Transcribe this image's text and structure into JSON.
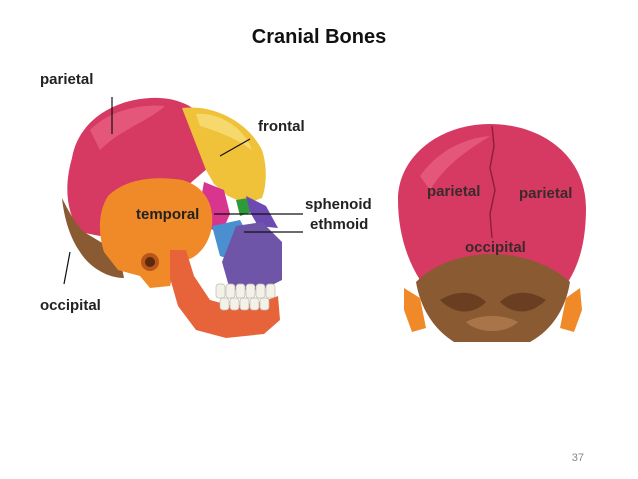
{
  "title": "Cranial Bones",
  "labels": {
    "parietal": "parietal",
    "frontal": "frontal",
    "sphenoid": "sphenoid",
    "ethmoid": "ethmoid",
    "temporal": "temporal",
    "occipital": "occipital",
    "posterior_parietal_left": "parietal",
    "posterior_parietal_right": "parietal",
    "posterior_occipital": "occipital"
  },
  "page_number": "37",
  "colors": {
    "parietal": "#d63a63",
    "frontal": "#f0c23a",
    "temporal": "#f08a28",
    "occipital": "#8a5a32",
    "sphenoid": "#d8358f",
    "ethmoid": "#2f9a3a",
    "facial": "#6f55a8",
    "mandible": "#e7643a",
    "zygomatic": "#4a8fd0"
  }
}
